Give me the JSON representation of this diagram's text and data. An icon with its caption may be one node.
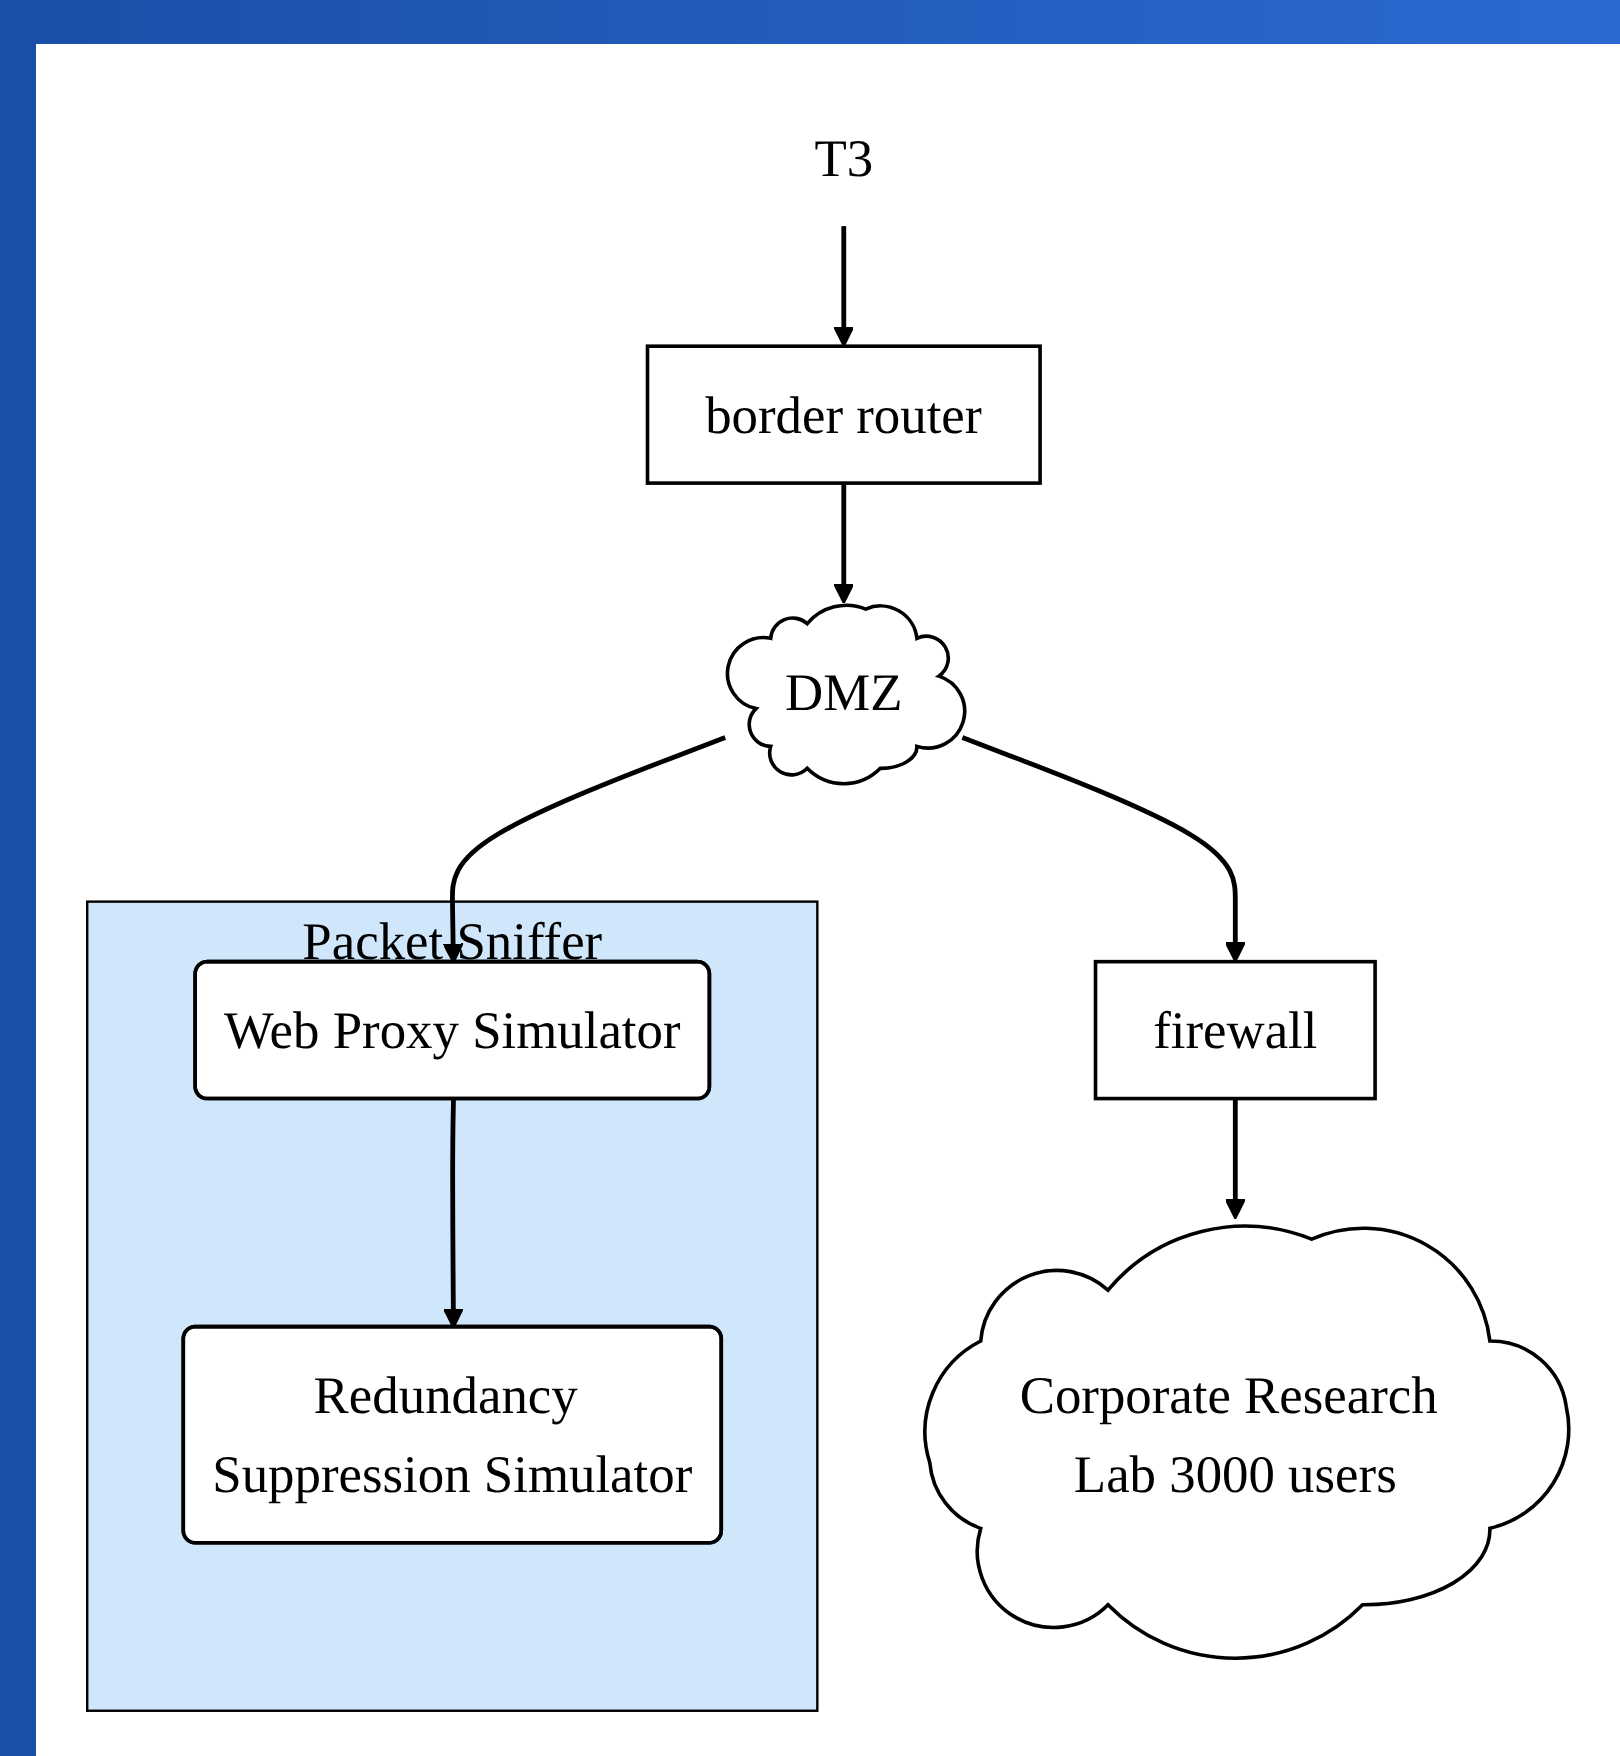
{
  "diagram": {
    "nodes": [
      {
        "text": [
          "T3"
        ]
      },
      {
        "text": [
          "border router"
        ]
      },
      {
        "text": [
          "DMZ"
        ]
      },
      {
        "text": [
          "firewall"
        ]
      },
      {
        "text": [
          "Corporate Research Lab 3000 users"
        ]
      },
      {
        "text": [
          "Packet Sniffer"
        ]
      },
      {
        "text": [
          "Web Proxy Simulator"
        ],
        "in": 5
      },
      {
        "text": [
          "Redundancy Suppression Simulator"
        ],
        "in": 5
      }
    ],
    "edges": [
      {
        "from": 0,
        "to": 1,
        "arrow": "to"
      },
      {
        "from": 1,
        "to": 2,
        "arrow": "to"
      },
      {
        "from": 2,
        "to": 3,
        "arrow": "to"
      },
      {
        "from": 3,
        "to": 4,
        "arrow": "to"
      },
      {
        "from": 2,
        "to": 6,
        "arrow": "to"
      },
      {
        "from": 6,
        "to": 7,
        "arrow": "to"
      }
    ]
  }
}
